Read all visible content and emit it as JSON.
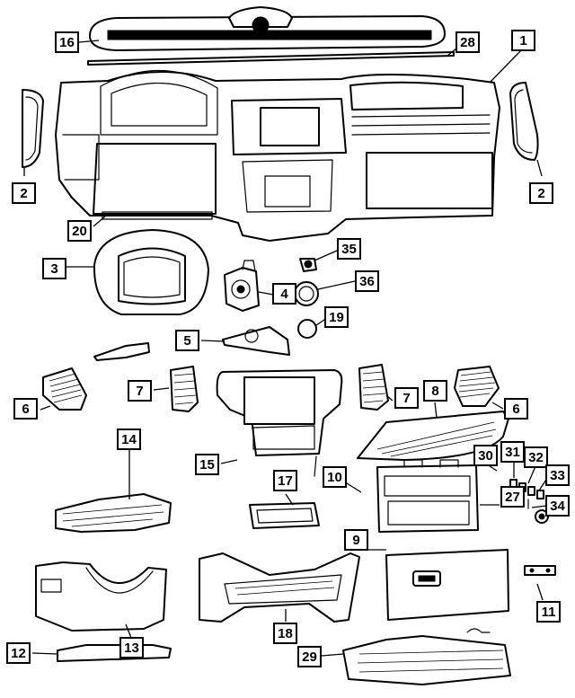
{
  "diagram": {
    "callouts": [
      {
        "id": "c1",
        "label": "1"
      },
      {
        "id": "c2a",
        "label": "2"
      },
      {
        "id": "c2b",
        "label": "2"
      },
      {
        "id": "c3",
        "label": "3"
      },
      {
        "id": "c4",
        "label": "4"
      },
      {
        "id": "c5",
        "label": "5"
      },
      {
        "id": "c6a",
        "label": "6"
      },
      {
        "id": "c6b",
        "label": "6"
      },
      {
        "id": "c7a",
        "label": "7"
      },
      {
        "id": "c7b",
        "label": "7"
      },
      {
        "id": "c8",
        "label": "8"
      },
      {
        "id": "c9",
        "label": "9"
      },
      {
        "id": "c10",
        "label": "10"
      },
      {
        "id": "c11",
        "label": "11"
      },
      {
        "id": "c12",
        "label": "12"
      },
      {
        "id": "c13",
        "label": "13"
      },
      {
        "id": "c14",
        "label": "14"
      },
      {
        "id": "c15",
        "label": "15"
      },
      {
        "id": "c16",
        "label": "16"
      },
      {
        "id": "c17",
        "label": "17"
      },
      {
        "id": "c18",
        "label": "18"
      },
      {
        "id": "c19",
        "label": "19"
      },
      {
        "id": "c20",
        "label": "20"
      },
      {
        "id": "c27",
        "label": "27"
      },
      {
        "id": "c28",
        "label": "28"
      },
      {
        "id": "c29",
        "label": "29"
      },
      {
        "id": "c30",
        "label": "30"
      },
      {
        "id": "c31",
        "label": "31"
      },
      {
        "id": "c32",
        "label": "32"
      },
      {
        "id": "c33",
        "label": "33"
      },
      {
        "id": "c34",
        "label": "34"
      },
      {
        "id": "c35",
        "label": "35"
      },
      {
        "id": "c36",
        "label": "36"
      }
    ]
  }
}
